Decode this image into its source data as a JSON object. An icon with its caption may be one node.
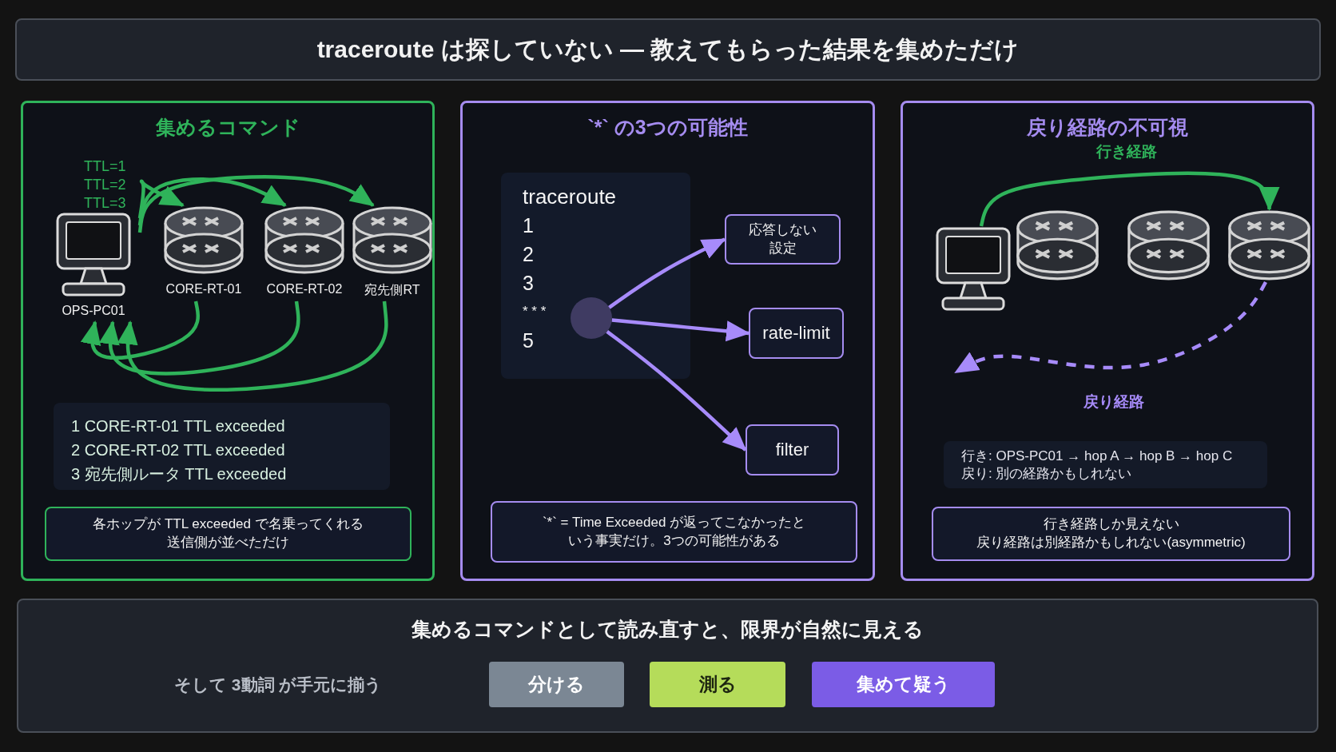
{
  "diagram": {
    "title": "traceroute は探していない — 教えてもらった結果を集めただけ",
    "nodes": [
      {
        "text": [
          "集めるコマンド"
        ]
      },
      {
        "text": [
          "OPS-PC01"
        ],
        "in": 0
      },
      {
        "text": [
          "CORE-RT-01"
        ],
        "in": 0
      },
      {
        "text": [
          "CORE-RT-02"
        ],
        "in": 0
      },
      {
        "text": [
          "宛先側RT"
        ],
        "in": 0
      },
      {
        "text": [
          "1 CORE-RT-01 TTL exceeded",
          "2 CORE-RT-02 TTL exceeded",
          "3 宛先側ルータ TTL exceeded"
        ],
        "in": 0
      },
      {
        "text": [
          "各ホップが TTL exceeded で名乗ってくれる送信側が並べただけ"
        ],
        "in": 0
      },
      {
        "text": [
          "`*` の3つの可能性"
        ]
      },
      {
        "text": [
          "traceroute",
          "1",
          "2",
          "3",
          "* * *",
          "5"
        ],
        "in": 7
      },
      {
        "text": [],
        "shape": "circle",
        "in": 8
      },
      {
        "text": [
          "応答しない設定"
        ],
        "in": 7
      },
      {
        "text": [
          "rate-limit"
        ],
        "in": 7
      },
      {
        "text": [
          "filter"
        ],
        "in": 7
      },
      {
        "text": [
          "`*` = Time Exceeded が返ってこなかったという事実だけ。3つの可能性がある"
        ],
        "in": 7
      },
      {
        "text": [
          "戻り経路の不可視"
        ]
      },
      {
        "text": [],
        "shape": "computer",
        "in": 14
      },
      {
        "text": [],
        "shape": "cylinder",
        "in": 14
      },
      {
        "text": [],
        "shape": "cylinder",
        "in": 14
      },
      {
        "text": [],
        "shape": "cylinder",
        "in": 14
      },
      {
        "text": [
          "行き: OPS-PC01 → hop A → hop B → hop C",
          "戻り: 別の経路かもしれない"
        ],
        "in": 14
      },
      {
        "text": [
          "行き経路しか見えない戻り経路は別経路かもしれない(asymmetric)"
        ],
        "in": 14
      },
      {
        "text": [
          "集めるコマンドとして読み直すと、限界が自然に見える",
          "そして 3動詞 が手元に揃う"
        ]
      },
      {
        "text": [
          "分ける"
        ],
        "in": 21
      },
      {
        "text": [
          "測る"
        ],
        "in": 21
      },
      {
        "text": [
          "集めて疑う"
        ],
        "in": 21
      }
    ],
    "edges": [
      {
        "from": 1,
        "to": 2,
        "arrow": "to"
      },
      {
        "from": 1,
        "to": 3,
        "arrow": "to"
      },
      {
        "from": 1,
        "to": 4,
        "arrow": "to"
      },
      {
        "from": 2,
        "to": 1,
        "arrow": "to"
      },
      {
        "from": 3,
        "to": 1,
        "arrow": "to"
      },
      {
        "from": 4,
        "to": 1,
        "arrow": "to"
      },
      {
        "from": 9,
        "to": 10,
        "arrow": "to",
        "color": "#a78bfa"
      },
      {
        "from": 9,
        "to": 11,
        "arrow": "to",
        "color": "#a78bfa"
      },
      {
        "from": 9,
        "to": 12,
        "arrow": "to",
        "color": "#a78bfa"
      },
      {
        "from": 15,
        "to": 18,
        "arrow": "to",
        "label": "行き経路"
      },
      {
        "from": 18,
        "to": null,
        "arrow": "to",
        "label": "戻り経路",
        "style": "dashed",
        "color": "#a78bfa"
      }
    ],
    "labels": [
      "TTL=1",
      "TTL=2",
      "TTL=3"
    ]
  }
}
